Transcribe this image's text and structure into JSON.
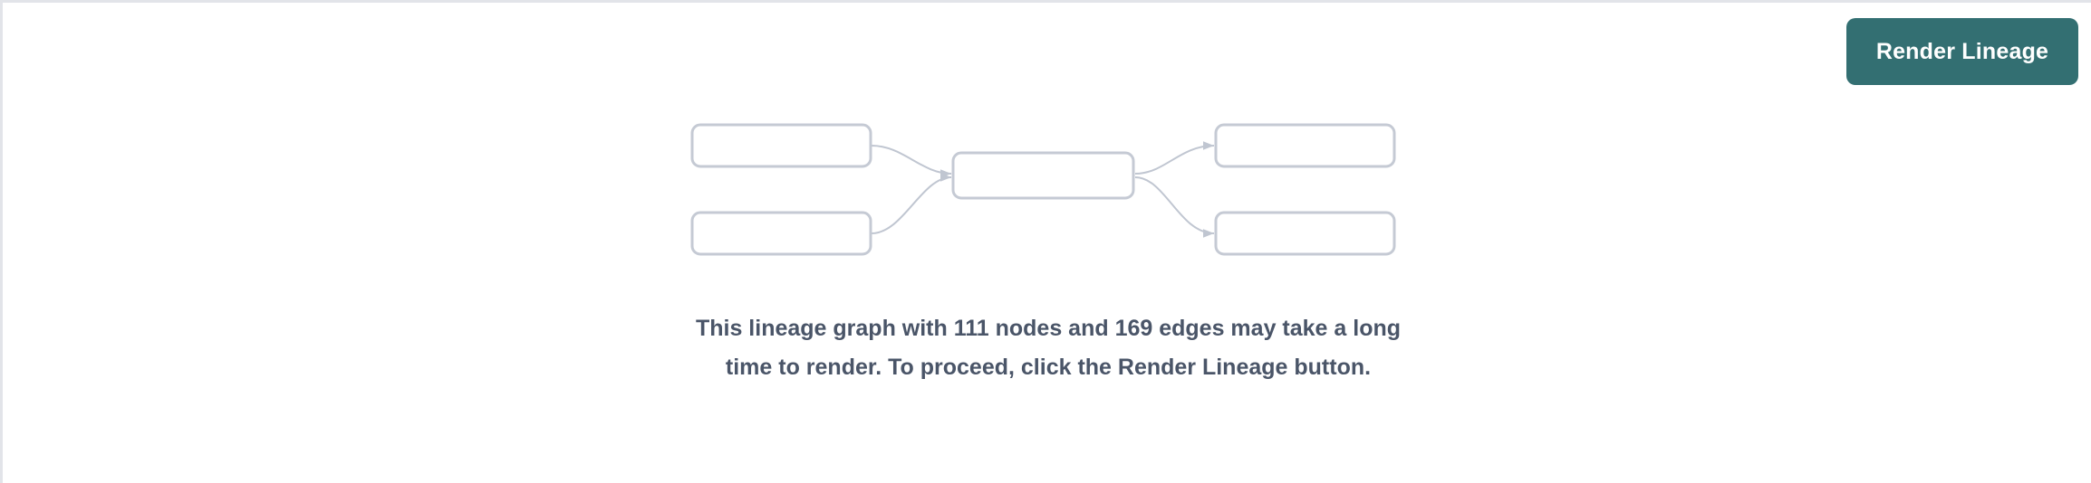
{
  "panel": {
    "background_color": "#ffffff",
    "border_color": "#e2e4e9"
  },
  "toolbar": {
    "render_lineage_label": "Render Lineage",
    "render_lineage_color": "#336f72",
    "render_lineage_text_color": "#ffffff"
  },
  "empty_state": {
    "message": "This lineage graph with 111 nodes and 169 edges may take a long time to render. To proceed, click the Render Lineage button.",
    "message_color": "#4a5568",
    "node_count": 111,
    "edge_count": 169,
    "illustration": {
      "node_border_color": "#c5cad4",
      "edge_color": "#c5cad4",
      "nodes": [
        {
          "id": "upstream-1",
          "label": "",
          "column": "left",
          "row": "top"
        },
        {
          "id": "upstream-2",
          "label": "",
          "column": "left",
          "row": "bottom"
        },
        {
          "id": "center-1",
          "label": "",
          "column": "center",
          "row": "middle"
        },
        {
          "id": "downstream-1",
          "label": "",
          "column": "right",
          "row": "top"
        },
        {
          "id": "downstream-2",
          "label": "",
          "column": "right",
          "row": "bottom"
        }
      ],
      "edges": [
        {
          "from": "upstream-1",
          "to": "center-1"
        },
        {
          "from": "upstream-2",
          "to": "center-1"
        },
        {
          "from": "center-1",
          "to": "downstream-1"
        },
        {
          "from": "center-1",
          "to": "downstream-2"
        }
      ]
    }
  }
}
